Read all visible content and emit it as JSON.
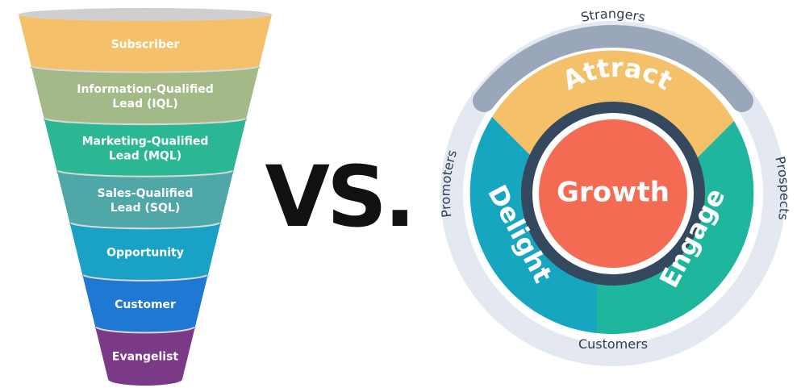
{
  "funnel": {
    "stages": [
      {
        "lines": [
          "Subscriber"
        ],
        "color": "#f4c16a"
      },
      {
        "lines": [
          "Information-Qualified",
          "Lead (IQL)"
        ],
        "color": "#a3b987"
      },
      {
        "lines": [
          "Marketing-Qualified",
          "Lead (MQL)"
        ],
        "color": "#2bb794"
      },
      {
        "lines": [
          "Sales-Qualified",
          "Lead (SQL)"
        ],
        "color": "#4fa7a7"
      },
      {
        "lines": [
          "Opportunity"
        ],
        "color": "#1aa2c6"
      },
      {
        "lines": [
          "Customer"
        ],
        "color": "#1f78d1"
      },
      {
        "lines": [
          "Evangelist"
        ],
        "color": "#7b3a87"
      }
    ]
  },
  "vs_text": "VS.",
  "flywheel": {
    "ring_labels": {
      "top": "Strangers",
      "right": "Prospects",
      "bottom": "Customers",
      "left": "Promoters"
    },
    "stages": {
      "attract": {
        "label": "Attract",
        "color": "#f4c16a"
      },
      "engage": {
        "label": "Engage",
        "color": "#1eb79d"
      },
      "delight": {
        "label": "Delight",
        "color": "#17a6c0"
      }
    },
    "hub": {
      "label": "Growth",
      "color": "#f26b52"
    },
    "colors": {
      "outer_ring": "#e4e9f1",
      "outer_ring_accent": "#9aa7bb",
      "hub_ring": "#34495e"
    }
  }
}
